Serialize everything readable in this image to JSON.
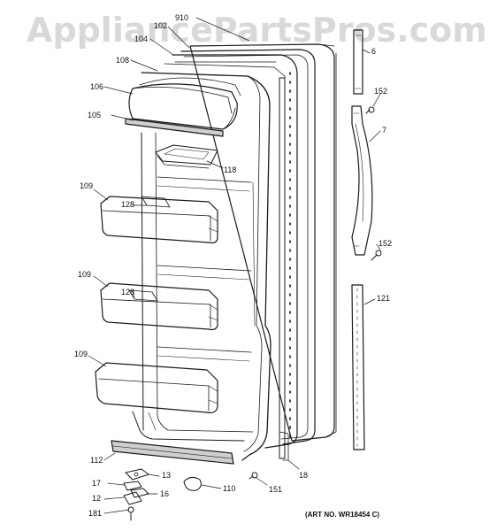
{
  "watermark": "AppliancePartsPros.com",
  "art_number": "(ART NO. WR18454 C)",
  "labels": {
    "l910": "910",
    "l102": "102",
    "l104": "104",
    "l108": "108",
    "l106": "106",
    "l105": "105",
    "l118": "118",
    "l109a": "109",
    "l128a": "128",
    "l109b": "109",
    "l128b": "128",
    "l109c": "109",
    "l112": "112",
    "l13": "13",
    "l17": "17",
    "l16": "16",
    "l12": "12",
    "l181": "181",
    "l110": "110",
    "l151": "151",
    "l18": "18",
    "l6": "6",
    "l152a": "152",
    "l7": "7",
    "l152b": "152",
    "l121": "121"
  },
  "colors": {
    "line": "#1a1a1a",
    "watermark": "#d9d9d9"
  }
}
